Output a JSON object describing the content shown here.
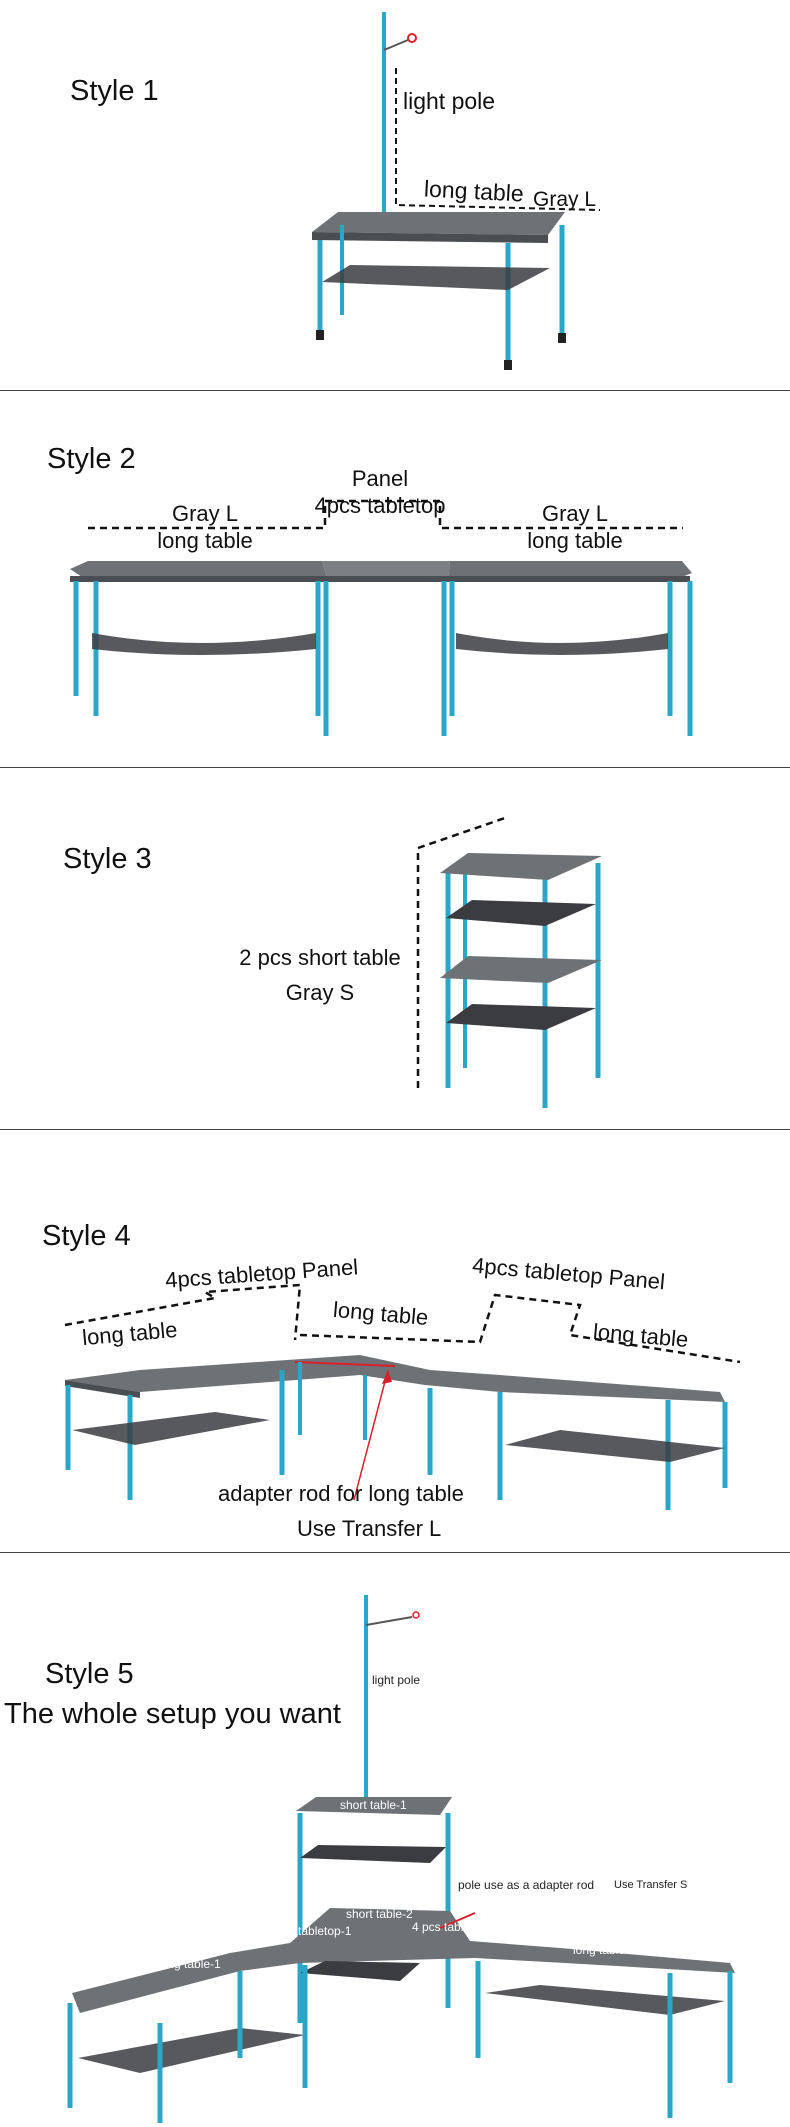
{
  "style1": {
    "title": "Style 1",
    "labels": {
      "light_pole": "light pole",
      "long_table": "long table",
      "gray_l": "Gray L"
    }
  },
  "style2": {
    "title": "Style 2",
    "left": {
      "line1": "Gray L",
      "line2": "long table"
    },
    "center": {
      "line1": "Panel",
      "line2": "4pcs tabletop"
    },
    "right": {
      "line1": "Gray L",
      "line2": "long table"
    }
  },
  "style3": {
    "title": "Style 3",
    "labels": {
      "line1": "2 pcs short table",
      "line2": "Gray S"
    }
  },
  "style4": {
    "title": "Style 4",
    "labels": {
      "panel_left": "4pcs tabletop  Panel",
      "panel_right": "4pcs tabletop  Panel",
      "long_left": "long table",
      "long_center": "long table",
      "long_right": "long table",
      "adapter": "adapter rod for long table",
      "transfer": "Use Transfer L"
    }
  },
  "style5": {
    "title": "Style 5",
    "subtitle": "The whole setup you want",
    "labels": {
      "light_pole": "light pole",
      "short1": "short table-1",
      "short2": "short table-2",
      "tabletop1": "4 pcs tabletop-1",
      "tabletop2": "4 pcs tabletop-2",
      "pole_adapter": "pole use as a adapter rod",
      "transfer_s": "Use Transfer S",
      "long1": "long table-1",
      "long2": "long table-2"
    }
  },
  "colors": {
    "leg": "#2aa7c8",
    "top": "#6e7277",
    "top_dark": "#4a4e52",
    "mesh": "#3a3c3f",
    "accent_red": "#d8222a"
  }
}
